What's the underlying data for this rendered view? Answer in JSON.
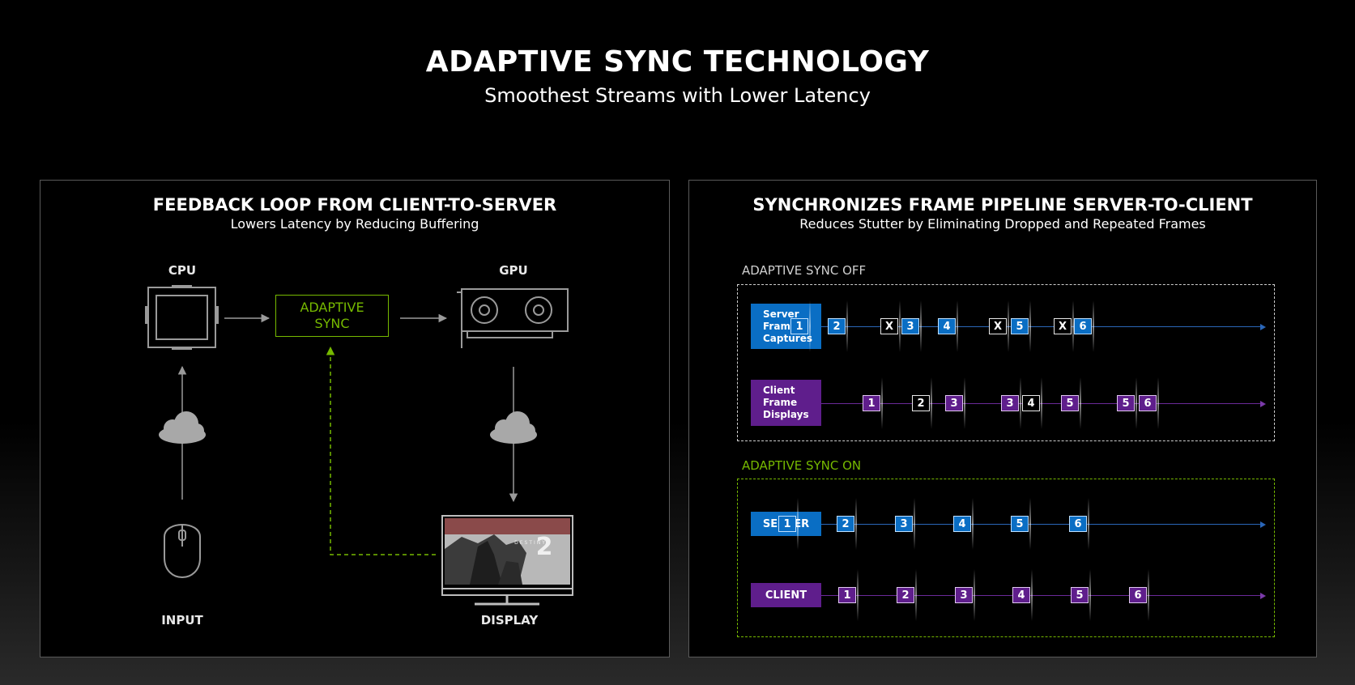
{
  "header": {
    "title": "ADAPTIVE SYNC TECHNOLOGY",
    "subtitle": "Smoothest Streams with Lower Latency"
  },
  "left_panel": {
    "title": "FEEDBACK LOOP FROM CLIENT-TO-SERVER",
    "subtitle": "Lowers Latency by Reducing Buffering",
    "nodes": {
      "cpu": "CPU",
      "gpu": "GPU",
      "adaptive_sync": [
        "ADAPTIVE",
        "SYNC"
      ],
      "input": "INPUT",
      "display": "DISPLAY"
    },
    "display_game_number": "2",
    "display_game_text": "DESTINY"
  },
  "right_panel": {
    "title": "SYNCHRONIZES FRAME PIPELINE SERVER-TO-CLIENT",
    "subtitle": "Reduces Stutter by Eliminating Dropped and Repeated Frames",
    "sync_off": {
      "label": "ADAPTIVE SYNC OFF",
      "server_lane": {
        "label": [
          "Server",
          "Frame",
          "Captures"
        ],
        "frames": [
          "1",
          "2",
          "X",
          "3",
          "4",
          "X",
          "5",
          "X",
          "6"
        ]
      },
      "client_lane": {
        "label": [
          "Client",
          "Frame",
          "Displays"
        ],
        "frames": [
          "1",
          "2",
          "3",
          "3",
          "4",
          "5",
          "5",
          "6"
        ]
      }
    },
    "sync_on": {
      "label": "ADAPTIVE SYNC ON",
      "server_lane": {
        "label": "SERVER",
        "frames": [
          "1",
          "2",
          "3",
          "4",
          "5",
          "6"
        ]
      },
      "client_lane": {
        "label": "CLIENT",
        "frames": [
          "1",
          "2",
          "3",
          "4",
          "5",
          "6"
        ]
      }
    }
  },
  "colors": {
    "accent_green": "#76b900",
    "server_blue": "#0a6ec4",
    "client_purple": "#5f1e8c"
  }
}
